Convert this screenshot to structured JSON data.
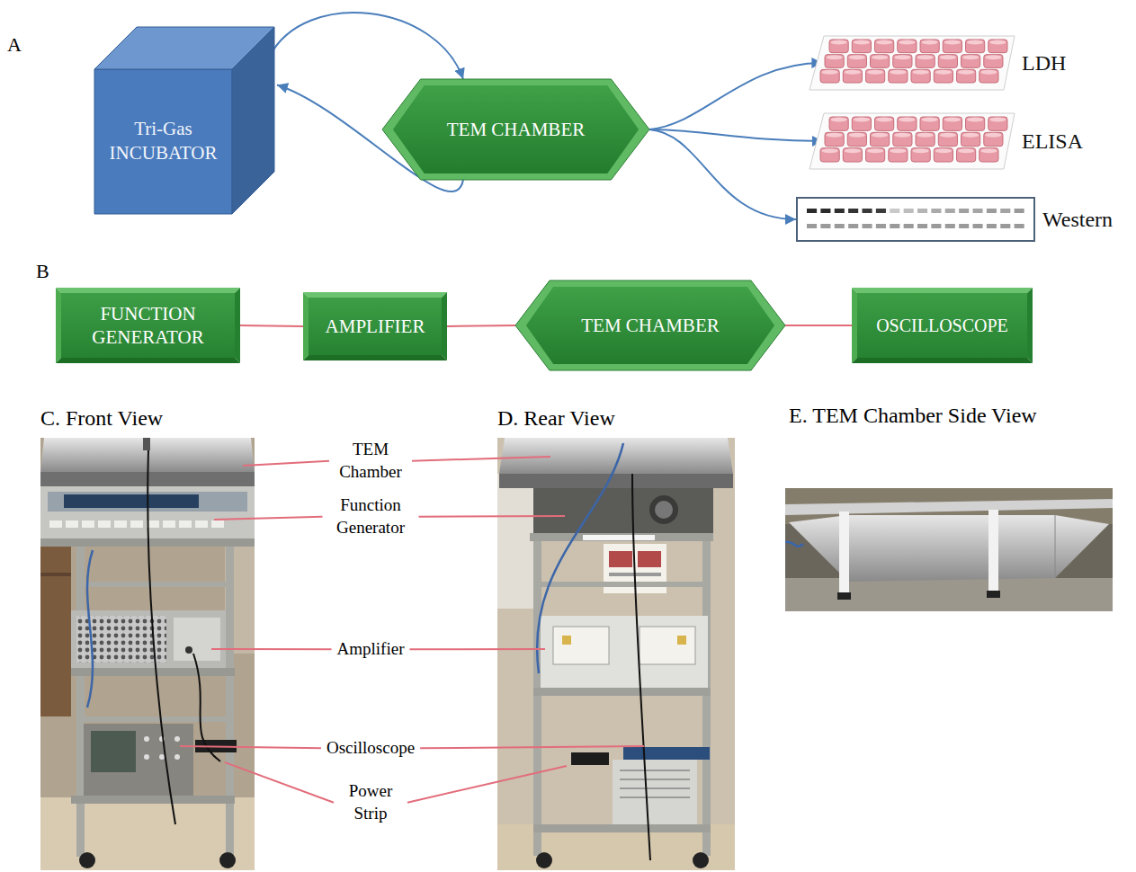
{
  "diagram": {
    "nodes": [
      {
        "text": [
          "Tri-Gas INCUBATOR"
        ]
      },
      {
        "text": [
          "TEM CHAMBER"
        ]
      },
      {
        "text": [
          "LDH"
        ]
      },
      {
        "text": [
          "ELISA"
        ]
      },
      {
        "text": [
          "Western"
        ]
      },
      {
        "text": [
          "FUNCTION GENERATOR"
        ]
      },
      {
        "text": [
          "AMPLIFIER"
        ]
      },
      {
        "text": [
          "TEM CHAMBER"
        ]
      },
      {
        "text": [
          "OSCILLOSCOPE"
        ]
      }
    ],
    "edges": [
      {
        "from": 0,
        "to": 1,
        "arrow": "to"
      },
      {
        "from": 1,
        "to": 0,
        "arrow": "to"
      },
      {
        "from": 1,
        "to": 2,
        "arrow": "to"
      },
      {
        "from": 1,
        "to": 3,
        "arrow": "to"
      },
      {
        "from": 1,
        "to": 4,
        "arrow": "to"
      },
      {
        "from": 5,
        "to": 6,
        "arrow": "none"
      },
      {
        "from": 6,
        "to": 7,
        "arrow": "none"
      },
      {
        "from": 7,
        "to": 8,
        "arrow": "none"
      }
    ],
    "labels": [
      "A",
      "B",
      "C. Front View",
      "D. Rear View",
      "E. TEM Chamber Side View",
      "TEM Chamber",
      "Function Generator",
      "Amplifier",
      "Oscilloscope",
      "Power Strip"
    ]
  }
}
